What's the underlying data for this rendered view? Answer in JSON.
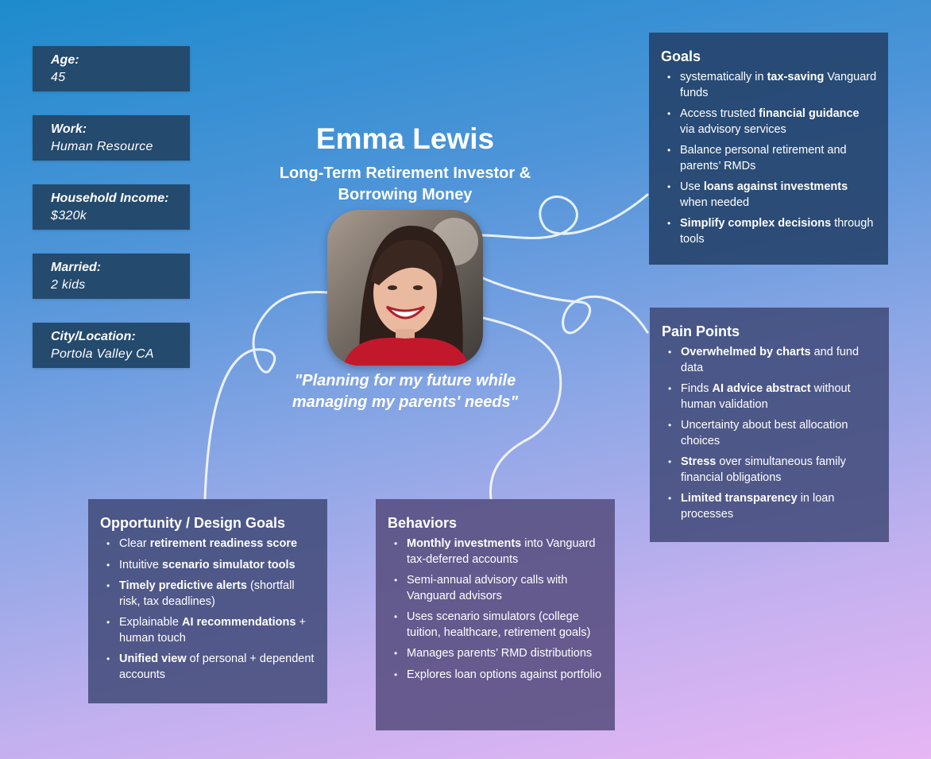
{
  "persona": {
    "name": "Emma Lewis",
    "role_line1": "Long-Term Retirement Investor &",
    "role_line2": "Borrowing Money",
    "quote_line1": "\"Planning for my future while",
    "quote_line2": "managing my parents' needs\""
  },
  "info": [
    {
      "label": "Age:",
      "value": "45"
    },
    {
      "label": "Work:",
      "value": "Human Resource"
    },
    {
      "label": "Household Income:",
      "value": "$320k"
    },
    {
      "label": "Married:",
      "value": "2 kids"
    },
    {
      "label": "City/Location:",
      "value": "Portola Valley  CA"
    }
  ],
  "goals": {
    "title": "Goals",
    "items": [
      [
        {
          "t": "systematically in ",
          "b": false
        },
        {
          "t": "tax-saving",
          "b": true
        },
        {
          "t": " Vanguard funds",
          "b": false
        }
      ],
      [
        {
          "t": "Access trusted ",
          "b": false
        },
        {
          "t": "financial guidance",
          "b": true
        },
        {
          "t": " via advisory services",
          "b": false
        }
      ],
      [
        {
          "t": "Balance personal retirement and parents’ RMDs",
          "b": false
        }
      ],
      [
        {
          "t": "Use ",
          "b": false
        },
        {
          "t": "loans against investments",
          "b": true
        },
        {
          "t": " when needed",
          "b": false
        }
      ],
      [
        {
          "t": "Simplify complex decisions",
          "b": true
        },
        {
          "t": " through tools",
          "b": false
        }
      ]
    ]
  },
  "pain_points": {
    "title": "Pain Points",
    "items": [
      [
        {
          "t": "Overwhelmed by charts",
          "b": true
        },
        {
          "t": " and fund data",
          "b": false
        }
      ],
      [
        {
          "t": "Finds ",
          "b": false
        },
        {
          "t": "AI advice abstract",
          "b": true
        },
        {
          "t": " without human validation",
          "b": false
        }
      ],
      [
        {
          "t": "Uncertainty about best allocation choices",
          "b": false
        }
      ],
      [
        {
          "t": "Stress",
          "b": true
        },
        {
          "t": " over simultaneous family financial obligations",
          "b": false
        }
      ],
      [
        {
          "t": "Limited transparency",
          "b": true
        },
        {
          "t": " in loan processes",
          "b": false
        }
      ]
    ]
  },
  "opportunity": {
    "title": "Opportunity / Design Goals",
    "items": [
      [
        {
          "t": "Clear ",
          "b": false
        },
        {
          "t": "retirement readiness score",
          "b": true
        }
      ],
      [
        {
          "t": "Intuitive ",
          "b": false
        },
        {
          "t": "scenario simulator tools",
          "b": true
        }
      ],
      [
        {
          "t": "Timely predictive alerts",
          "b": true
        },
        {
          "t": " (shortfall risk, tax deadlines)",
          "b": false
        }
      ],
      [
        {
          "t": "Explainable ",
          "b": false
        },
        {
          "t": "AI recommendations",
          "b": true
        },
        {
          "t": " + human touch",
          "b": false
        }
      ],
      [
        {
          "t": "Unified view",
          "b": true
        },
        {
          "t": " of personal + dependent accounts",
          "b": false
        }
      ]
    ]
  },
  "behaviors": {
    "title": "Behaviors",
    "items": [
      [
        {
          "t": "Monthly investments",
          "b": true
        },
        {
          "t": " into Vanguard tax-deferred accounts",
          "b": false
        }
      ],
      [
        {
          "t": "Semi-annual advisory calls with Vanguard advisors",
          "b": false
        }
      ],
      [
        {
          "t": "Uses scenario simulators (college tuition, healthcare, retirement goals)",
          "b": false
        }
      ],
      [
        {
          "t": "Manages parents’ RMD distributions",
          "b": false
        }
      ],
      [
        {
          "t": "Explores loan options against portfolio",
          "b": false
        }
      ]
    ]
  },
  "colors": {
    "background_top": "#1d8bcd",
    "background_bottom": "#e7b6f4",
    "info_box": "#244a6e",
    "card": "#3c4673"
  }
}
